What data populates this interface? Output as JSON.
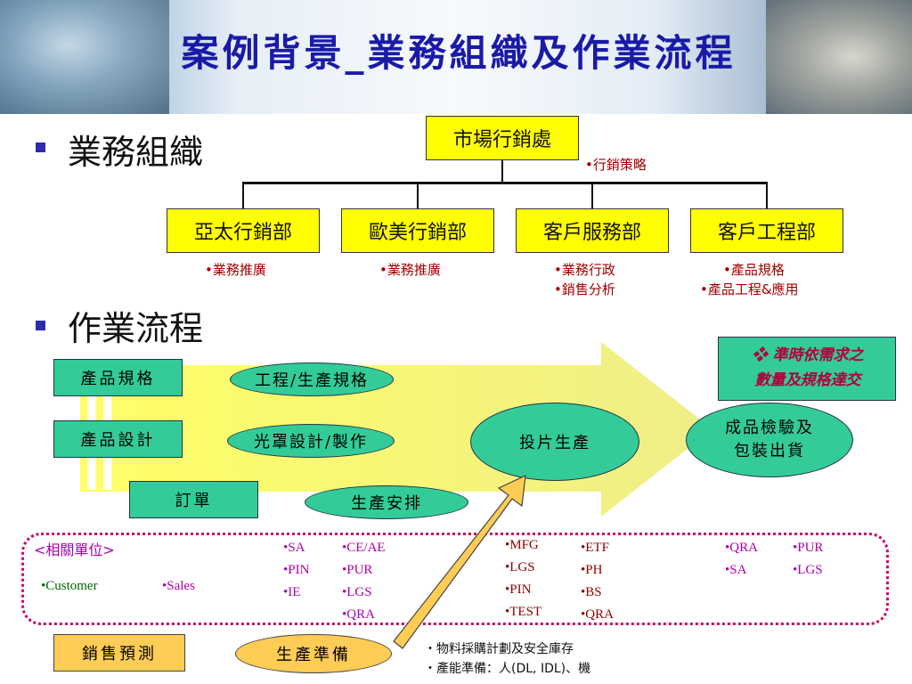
{
  "title": "案例背景_業務組織及作業流程",
  "sections": {
    "org": "業務組織",
    "flow": "作業流程"
  },
  "org_chart": {
    "top": "市場行銷處",
    "top_note": "•行銷策略",
    "depts": [
      {
        "name": "亞太行銷部",
        "notes": [
          "•業務推廣"
        ]
      },
      {
        "name": "歐美行銷部",
        "notes": [
          "•業務推廣"
        ]
      },
      {
        "name": "客戶服務部",
        "notes": [
          "•業務行政",
          "•銷售分析"
        ]
      },
      {
        "name": "客戶工程部",
        "notes": [
          "•產品規格",
          "•產品工程&應用"
        ]
      }
    ]
  },
  "flow": {
    "spec": "產品規格",
    "design": "產品設計",
    "order": "訂單",
    "eng_spec": "工程/生產規格",
    "mask": "光罩設計/製作",
    "schedule": "生產安排",
    "production": "投片生產",
    "inspect_line1": "成品檢驗及",
    "inspect_line2": "包裝出貨",
    "note_line1": "準時依需求之",
    "note_line2": "數量及規格達交",
    "forecast": "銷售預測",
    "prep": "生產準備",
    "prep_items": [
      "・物料採購計劃及安全庫存",
      "・產能準備：人(DL, IDL)、機"
    ]
  },
  "units": {
    "label": "<相關單位>",
    "g1": [
      "•Customer",
      "•Sales"
    ],
    "g2a": [
      "•SA",
      "•PIN",
      "•IE"
    ],
    "g2b": [
      "•CE/AE",
      "•PUR",
      "•LGS",
      "•QRA"
    ],
    "g3a": [
      "•MFG",
      "•LGS",
      "•PIN",
      "•TEST"
    ],
    "g3b": [
      "•ETF",
      "•PH",
      "•BS",
      "•QRA"
    ],
    "g4a": [
      "•QRA",
      "•SA"
    ],
    "g4b": [
      "•PUR",
      "•LGS"
    ]
  },
  "colors": {
    "accent": "#1a1aa8",
    "yellow": "#ffff00",
    "green": "#33cc99",
    "orange": "#ffcc55",
    "magenta_border": "#cc0066"
  }
}
